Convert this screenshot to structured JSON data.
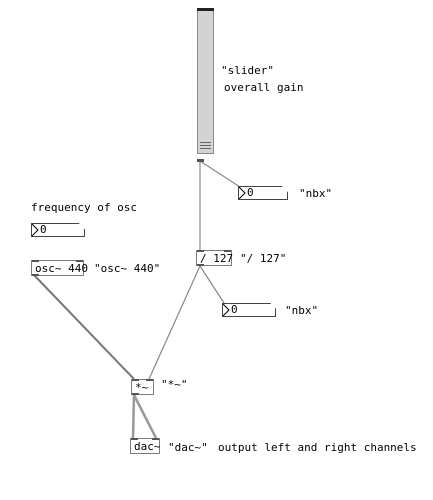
{
  "slider": {
    "label_name": "\"slider\"",
    "label_desc": "overall gain",
    "value": 0
  },
  "objects": {
    "osc": "osc~ 440",
    "div": "/ 127",
    "mul": "*~",
    "dac": "dac~"
  },
  "numbers": {
    "nbx_top": "0",
    "nbx_freq": "0",
    "nbx_mid": "0"
  },
  "comments": {
    "nbx_top": "\"nbx\"",
    "freq_title": "frequency of osc",
    "osc": "\"osc~ 440\"",
    "div": "\"/ 127\"",
    "nbx_mid": "\"nbx\"",
    "mul": "\"*~\"",
    "dac": "\"dac~\"",
    "dac_desc": "output left and right channels"
  }
}
